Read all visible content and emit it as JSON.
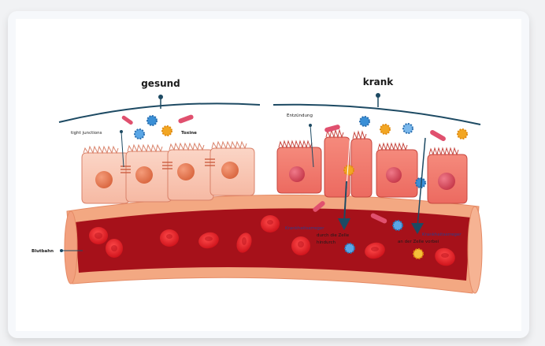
{
  "diagram": {
    "headings": {
      "healthy": "gesund",
      "sick": "krank"
    },
    "labels": {
      "tight_junctions": "tight junctions",
      "toxins": "Toxine",
      "inflammation": "Entzündung",
      "bloodstream": "Blutbahn",
      "pathogens_through": "Krankheitserreger",
      "through_cell_line1": "durch die Zelle",
      "through_cell_line2": "hindurch",
      "pathogens_past": "Krankheitserreger",
      "past_cell": "an der Zelle vorbei"
    },
    "colors": {
      "healthy_cell": "#f7c3b0",
      "sick_cell": "#ef7468",
      "vessel_wall": "#f0a07a",
      "blood": "#a3121a",
      "rbc": "#e21f26",
      "pointer": "#1d4a63",
      "toxin_blue": "#3a8fd6",
      "toxin_orange": "#f2a623",
      "bacteria_pink": "#e0506e"
    }
  }
}
